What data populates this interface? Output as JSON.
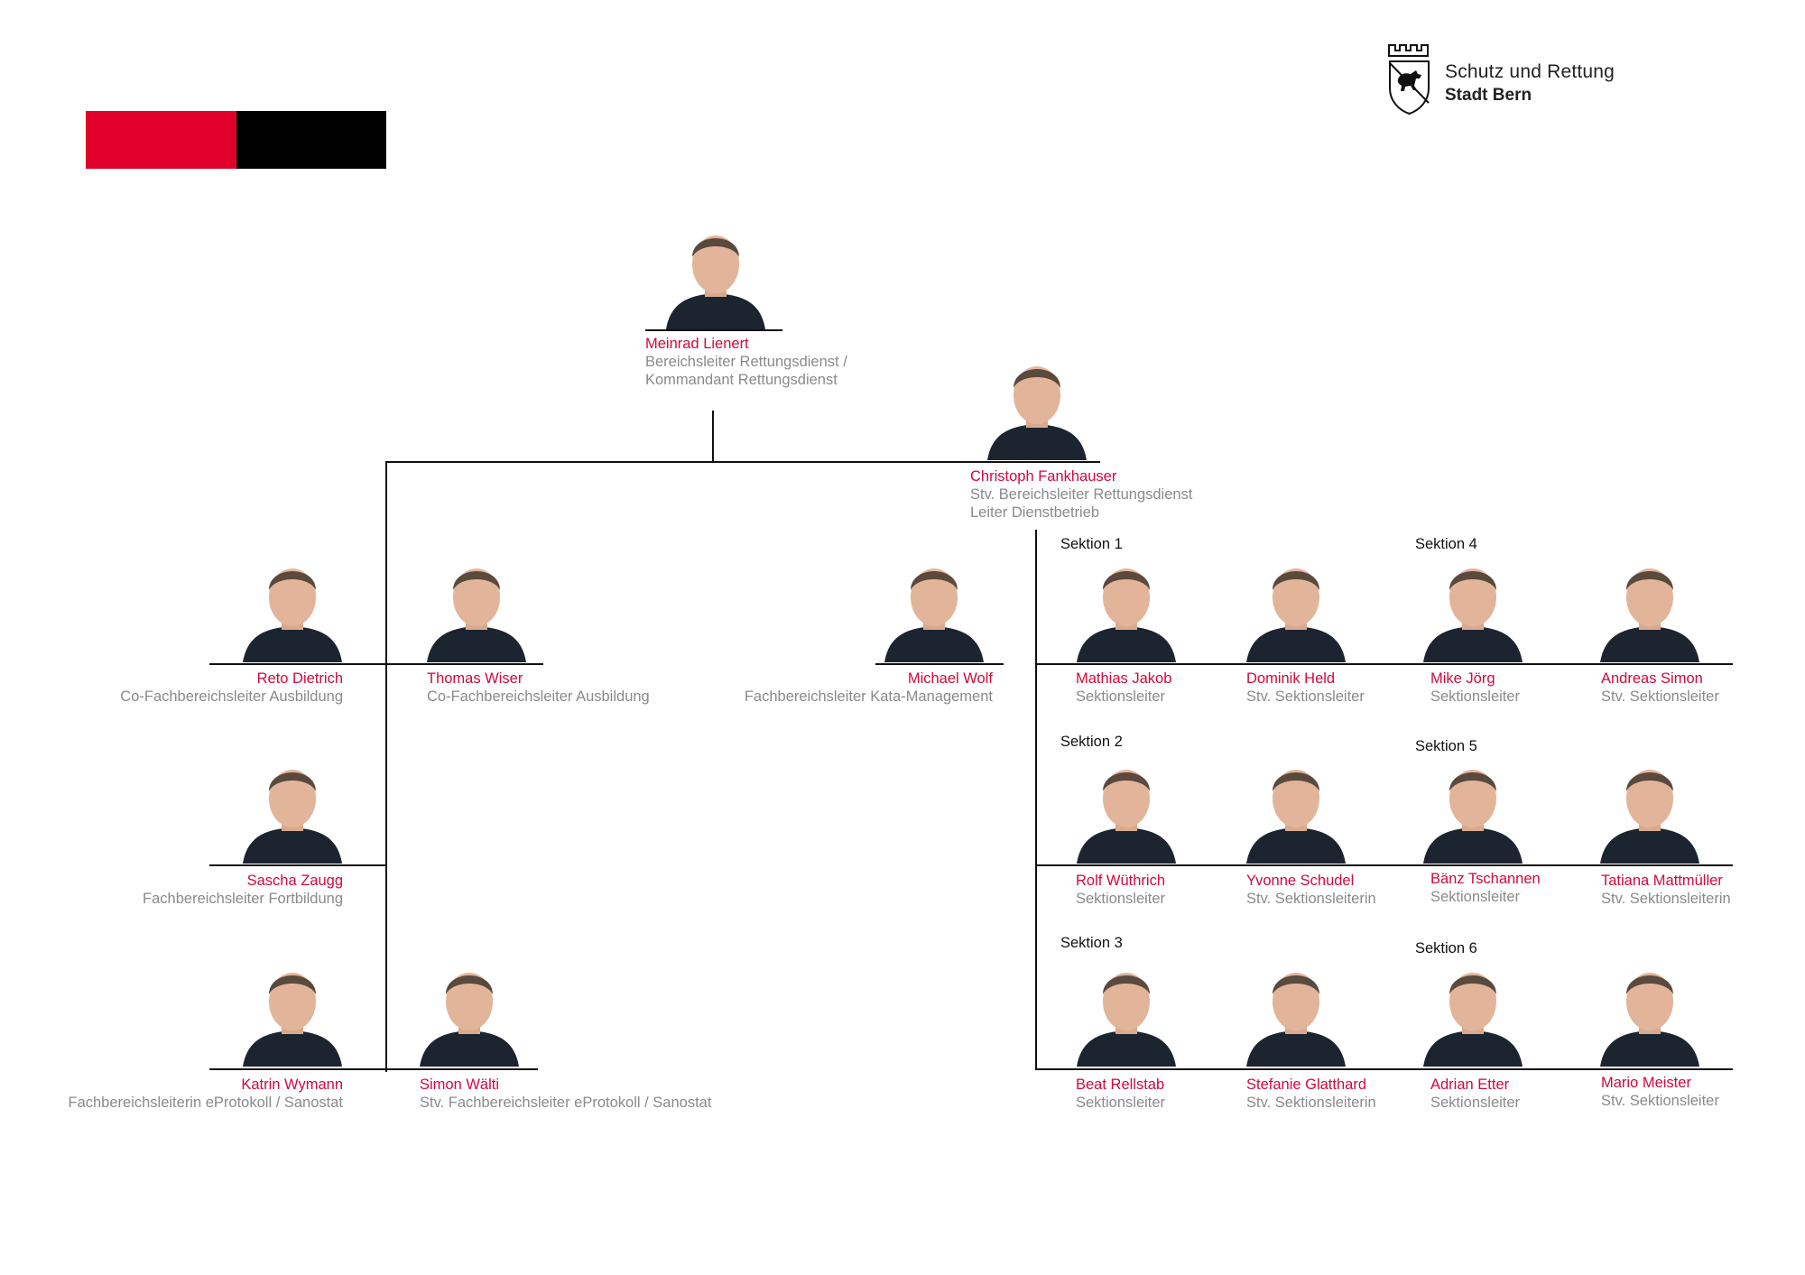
{
  "colors": {
    "accent": "#d2093c",
    "role_text": "#8a8a8a",
    "bar_red": "#e0002a",
    "bar_black": "#000000",
    "shirt": "#1c2430"
  },
  "header": {
    "logo_icon": "bern-coat-of-arms-icon",
    "org_line1": "Schutz und Rettung",
    "org_line2": "Stadt Bern"
  },
  "sections": {
    "s1": "Sektion 1",
    "s2": "Sektion 2",
    "s3": "Sektion 3",
    "s4": "Sektion 4",
    "s5": "Sektion 5",
    "s6": "Sektion 6"
  },
  "people": {
    "lienert": {
      "name": "Meinrad Lienert",
      "role1": "Bereichsleiter Rettungsdienst /",
      "role2": "Kommandant Rettungsdienst"
    },
    "fankhauser": {
      "name": "Christoph Fankhauser",
      "role1": "Stv. Bereichsleiter Rettungsdienst",
      "role2": "Leiter Dienstbetrieb"
    },
    "dietrich": {
      "name": "Reto Dietrich",
      "role1": "Co-Fachbereichsleiter Ausbildung"
    },
    "wiser": {
      "name": "Thomas Wiser",
      "role1": "Co-Fachbereichsleiter Ausbildung"
    },
    "wolf": {
      "name": "Michael Wolf",
      "role1": "Fachbereichsleiter Kata-Management"
    },
    "zaugg": {
      "name": "Sascha Zaugg",
      "role1": "Fachbereichsleiter Fortbildung"
    },
    "wymann": {
      "name": "Katrin Wymann",
      "role1": "Fachbereichsleiterin eProtokoll / Sanostat"
    },
    "waelti": {
      "name": "Simon Wälti",
      "role1": "Stv. Fachbereichsleiter eProtokoll / Sanostat"
    },
    "jakob": {
      "name": "Mathias Jakob",
      "role1": "Sektionsleiter"
    },
    "held": {
      "name": "Dominik Held",
      "role1": "Stv. Sektionsleiter"
    },
    "joerg": {
      "name": "Mike Jörg",
      "role1": "Sektionsleiter"
    },
    "simon": {
      "name": "Andreas Simon",
      "role1": "Stv. Sektionsleiter"
    },
    "wuethrich": {
      "name": "Rolf Wüthrich",
      "role1": "Sektionsleiter"
    },
    "schudel": {
      "name": "Yvonne Schudel",
      "role1": "Stv. Sektionsleiterin"
    },
    "tschannen": {
      "name": "Bänz Tschannen",
      "role1": "Sektionsleiter"
    },
    "mattmueller": {
      "name": "Tatiana Mattmüller",
      "role1": "Stv. Sektionsleiterin"
    },
    "rellstab": {
      "name": "Beat Rellstab",
      "role1": "Sektionsleiter"
    },
    "glatthard": {
      "name": "Stefanie Glatthard",
      "role1": "Stv. Sektionsleiterin"
    },
    "etter": {
      "name": "Adrian Etter",
      "role1": "Sektionsleiter"
    },
    "meister": {
      "name": "Mario Meister",
      "role1": "Stv. Sektionsleiter"
    }
  }
}
